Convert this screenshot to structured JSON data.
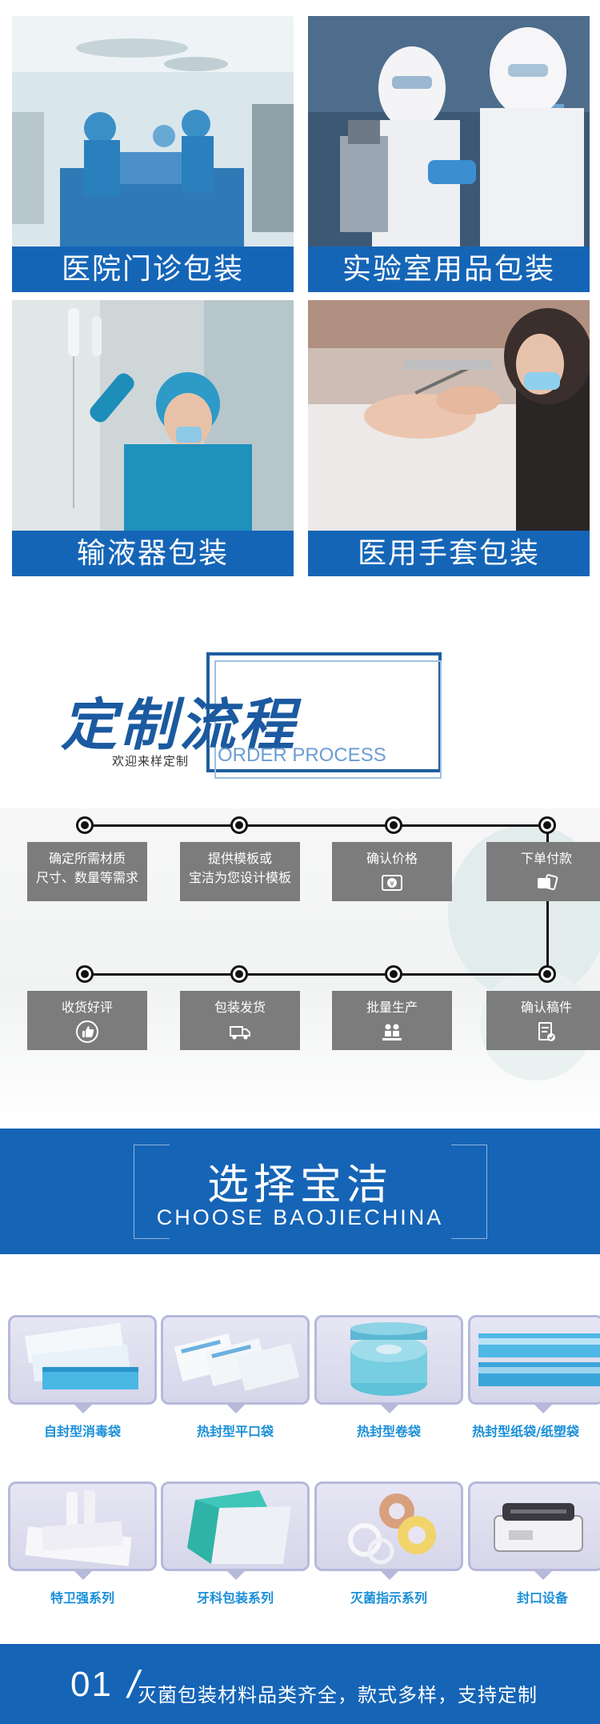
{
  "applications": [
    {
      "label": "医院门诊包装"
    },
    {
      "label": "实验室用品包装"
    },
    {
      "label": "输液器包装"
    },
    {
      "label": "医用手套包装"
    }
  ],
  "process_header": {
    "title": "定制流程",
    "subtitle": "欢迎来样定制",
    "english": "ORDER PROCESS"
  },
  "process_steps": [
    {
      "label_line1": "确定所需材质",
      "label_line2": "尺寸、数量等需求",
      "icon": "none"
    },
    {
      "label_line1": "提供模板或",
      "label_line2": "宝洁为您设计模板",
      "icon": "none"
    },
    {
      "label_line1": "确认价格",
      "label_line2": "",
      "icon": "yen-icon"
    },
    {
      "label_line1": "下单付款",
      "label_line2": "",
      "icon": "payment-icon"
    },
    {
      "label_line1": "确认稿件",
      "label_line2": "",
      "icon": "document-check-icon"
    },
    {
      "label_line1": "批量生产",
      "label_line2": "",
      "icon": "workers-icon"
    },
    {
      "label_line1": "包装发货",
      "label_line2": "",
      "icon": "truck-icon"
    },
    {
      "label_line1": "收货好评",
      "label_line2": "",
      "icon": "thumbs-up-icon"
    }
  ],
  "choose_banner": {
    "title": "选择宝洁",
    "english": "CHOOSE  BAOJIECHINA"
  },
  "products": [
    {
      "name": "自封型消毒袋"
    },
    {
      "name": "热封型平口袋"
    },
    {
      "name": "热封型卷袋"
    },
    {
      "name": "热封型纸袋/纸塑袋"
    },
    {
      "name": "特卫强系列"
    },
    {
      "name": "牙科包装系列"
    },
    {
      "name": "灭菌指示系列"
    },
    {
      "name": "封口设备"
    }
  ],
  "footer": {
    "number": "01",
    "slogan": "灭菌包装材料品类齐全，款式多样，支持定制"
  },
  "colors": {
    "brand_blue": "#1564b6",
    "step_gray": "#7c7c7c",
    "product_name": "#1a8fd8"
  }
}
